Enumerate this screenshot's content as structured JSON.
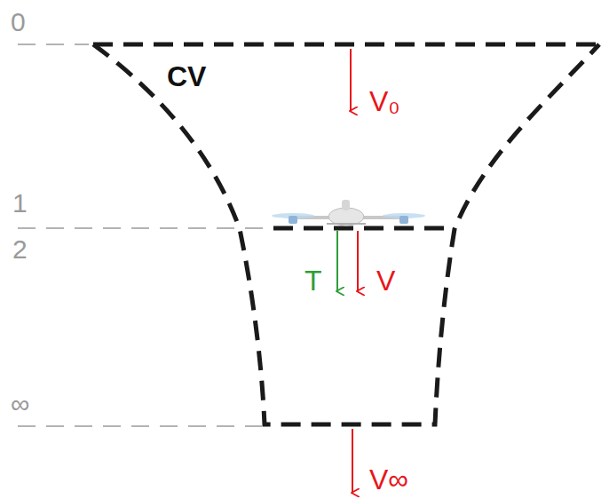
{
  "diagram": {
    "labels": [
      "0",
      "CV",
      "V₀",
      "1",
      "2",
      "T",
      "V",
      "∞",
      "V∞"
    ]
  }
}
